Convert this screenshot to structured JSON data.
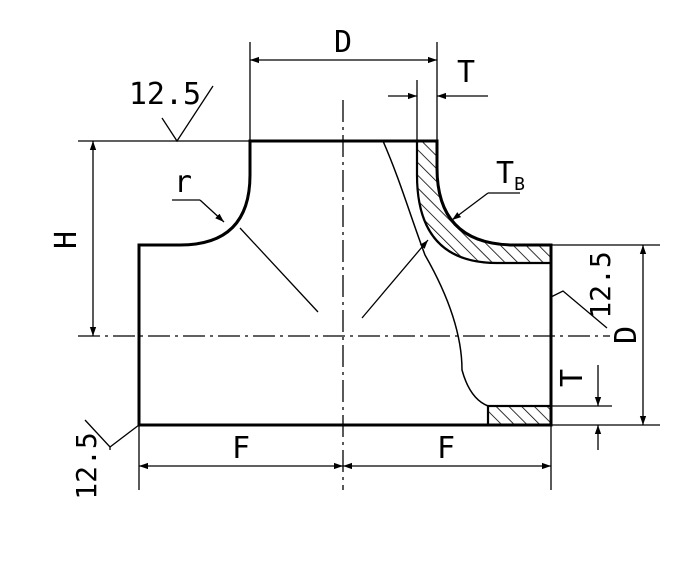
{
  "labels": {
    "D_top": "D",
    "T_top": "T",
    "roughness_top": "12.5",
    "r": "r",
    "TB_main": "T",
    "TB_sub": "B",
    "H": "H",
    "roughness_right": "12.5",
    "D_right": "D",
    "T_right": "T",
    "roughness_left": "12.5",
    "F_left": "F",
    "F_right": "F"
  }
}
